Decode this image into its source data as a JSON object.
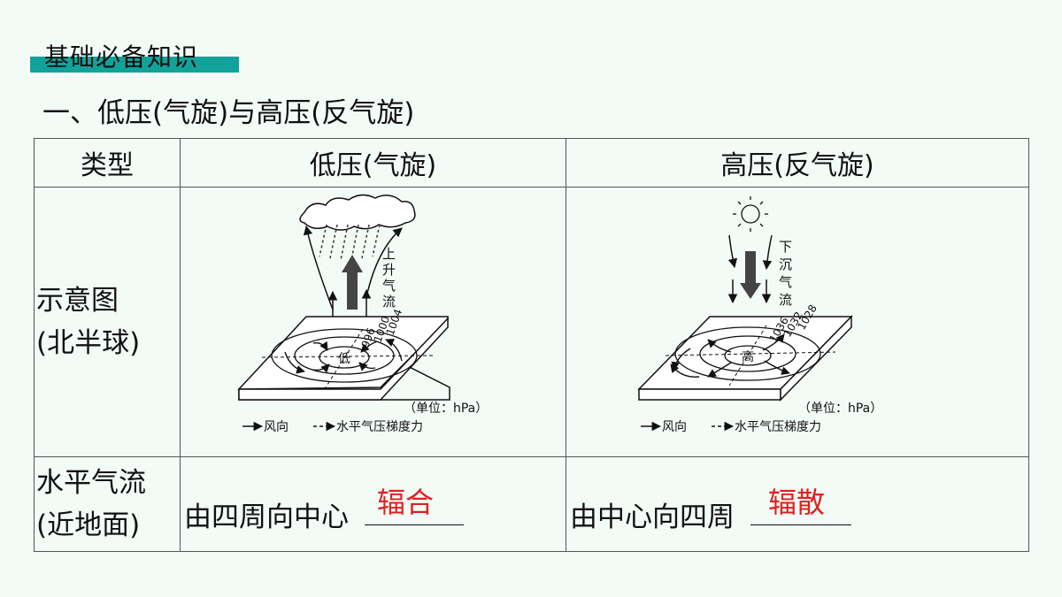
{
  "section_tag": "基础必备知识",
  "heading": "一、低压(气旋)与高压(反气旋)",
  "table": {
    "header": {
      "type": "类型",
      "low": "低压(气旋)",
      "high": "高压(反气旋)"
    },
    "row_diagram": {
      "label_line1": "示意图",
      "label_line2": "(北半球)"
    },
    "row_flow": {
      "label_line1": "水平气流",
      "label_line2": "(近地面)",
      "low_text": "由四周向中心",
      "low_answer": "辐合",
      "high_text": "由中心向四周",
      "high_answer": "辐散"
    }
  },
  "low_diagram": {
    "updraft_label": [
      "上",
      "升",
      "气",
      "流"
    ],
    "center_label": "低",
    "isobars": [
      "1004",
      "1000",
      "996"
    ],
    "unit": "（单位：hPa）",
    "legend_wind": "风向",
    "legend_force": "水平气压梯度力"
  },
  "high_diagram": {
    "downdraft_label": [
      "下",
      "沉",
      "气",
      "流"
    ],
    "center_label": "高",
    "isobars": [
      "1028",
      "1032",
      "1036"
    ],
    "unit": "（单位：hPa）",
    "legend_wind": "风向",
    "legend_force": "水平气压梯度力"
  },
  "colors": {
    "tag_bar": "#11a39a",
    "answer": "#e02020",
    "background": "#f3fbf6"
  }
}
